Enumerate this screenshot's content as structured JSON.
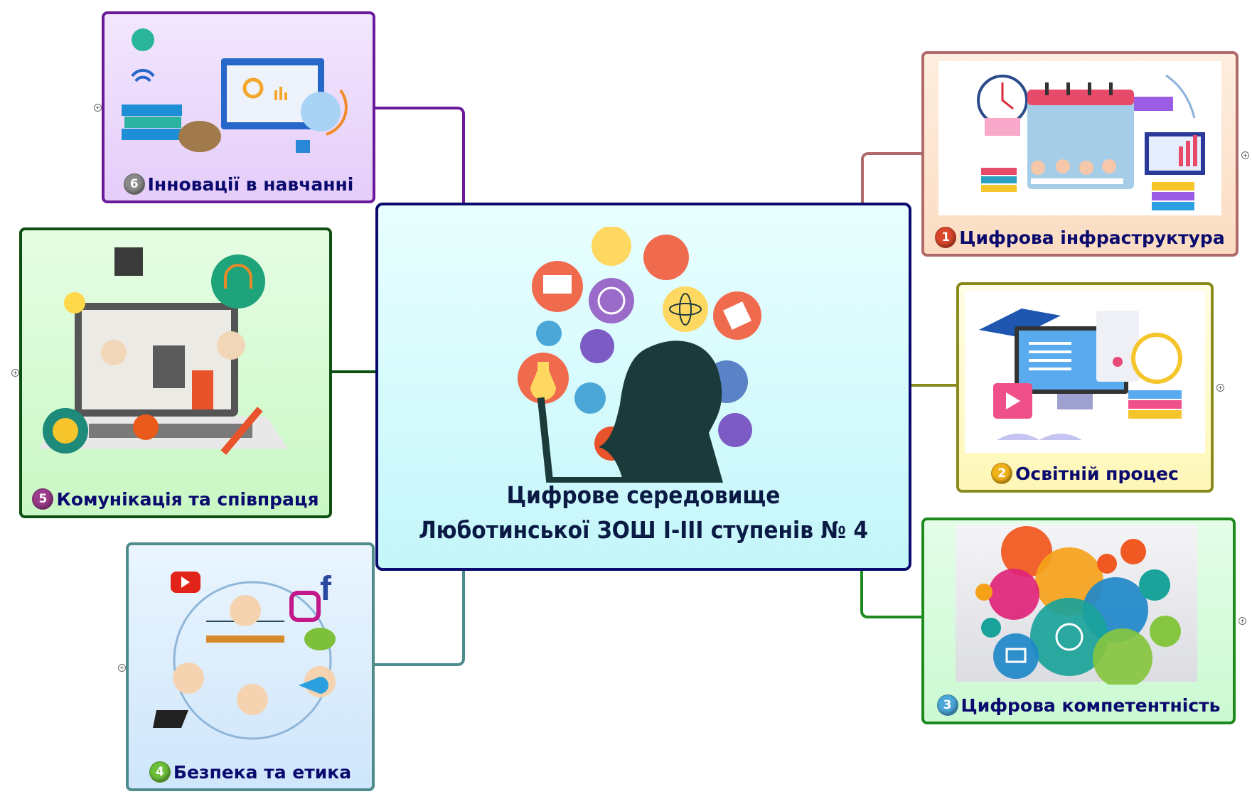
{
  "central_topic": {
    "line1": "Цифрове середовище",
    "line2": "Люботинської ЗОШ І-ІІІ ступенів № 4",
    "border_color": "#0a0a6e",
    "background": "#d4fbfd"
  },
  "branches": [
    {
      "number": "1",
      "label": "Цифрова інфраструктура",
      "border_color": "#b06a6a",
      "background": "#fde6d2",
      "badge_color": "#d9472b",
      "image_icon": "team-calendar-office-illustration"
    },
    {
      "number": "2",
      "label": "Освітній процес",
      "border_color": "#888a1e",
      "background": "#fffbd0",
      "badge_color": "#f0b21a",
      "image_icon": "monitor-graduation-cap-illustration"
    },
    {
      "number": "3",
      "label": "Цифрова компетентність",
      "border_color": "#1e8a1e",
      "background": "#d9fbe0",
      "badge_color": "#4aa7d8",
      "image_icon": "colored-bubbles-icons-illustration"
    },
    {
      "number": "4",
      "label": "Безпека та етика",
      "border_color": "#4e8c8c",
      "background": "#dff0fd",
      "badge_color": "#6cbf3b",
      "image_icon": "kids-social-media-illustration"
    },
    {
      "number": "5",
      "label": "Комунікація та співпраця",
      "border_color": "#0f4f12",
      "background": "#d8fbd8",
      "badge_color": "#9b3c8c",
      "image_icon": "laptop-education-illustration"
    },
    {
      "number": "6",
      "label": "Інновації в навчанні",
      "border_color": "#6a1a9a",
      "background": "#ecdcfb",
      "badge_color": "#8a8a8a",
      "image_icon": "online-classroom-illustration"
    }
  ],
  "expander_glyph": "+"
}
